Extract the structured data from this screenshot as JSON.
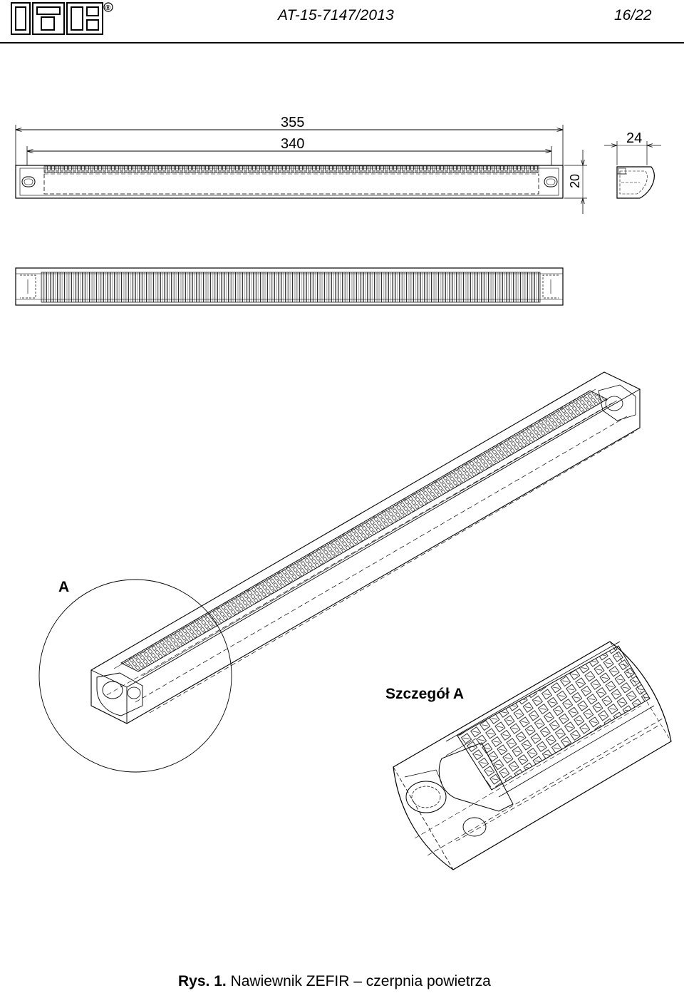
{
  "header": {
    "logo_icon": "itb-logo-icon",
    "registered_mark": "®",
    "document_number": "AT-15-7147/2013",
    "page_number": "16/22"
  },
  "drawing": {
    "dimensions": {
      "overall_length": "355",
      "inner_length": "340",
      "depth": "24",
      "height": "20"
    },
    "detail_marker": "A",
    "detail_label": "Szczegół A"
  },
  "caption": {
    "figure": "Rys. 1.",
    "text": "Nawiewnik ZEFIR – czerpnia powietrza"
  }
}
